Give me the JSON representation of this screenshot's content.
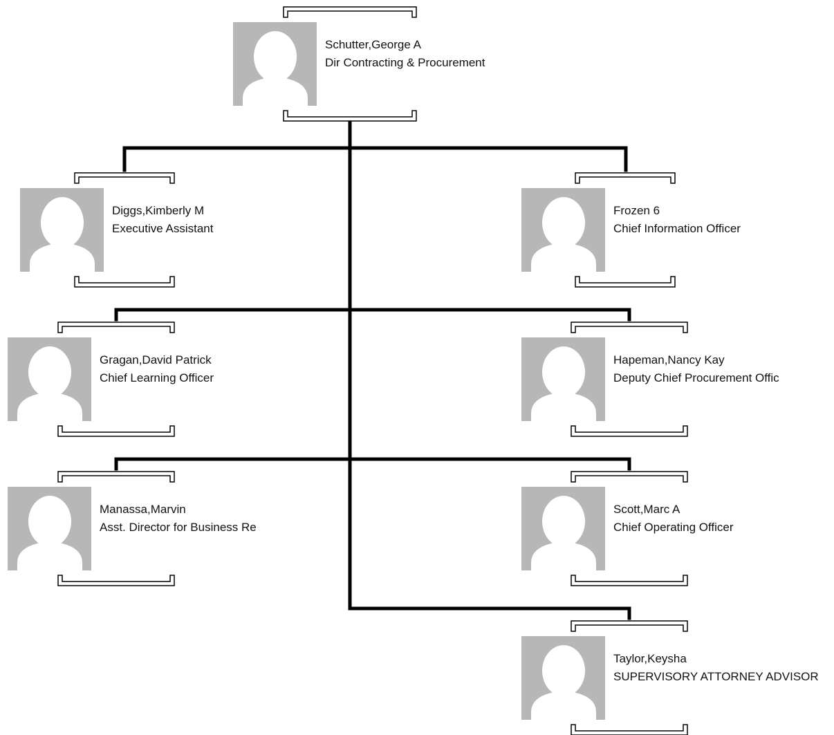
{
  "org_chart": {
    "colors": {
      "connector": "#000000",
      "avatar_bg": "#b7b7b7",
      "avatar_figure": "#ffffff",
      "text": "#111111"
    },
    "root": {
      "name": "Schutter,George A",
      "title": "Dir Contracting & Procurement"
    },
    "reports": [
      {
        "name": "Diggs,Kimberly M",
        "title": "Executive Assistant"
      },
      {
        "name": "Frozen 6",
        "title": "Chief Information Officer"
      },
      {
        "name": "Gragan,David Patrick",
        "title": "Chief Learning Officer"
      },
      {
        "name": "Hapeman,Nancy Kay",
        "title": "Deputy Chief Procurement Offic"
      },
      {
        "name": "Manassa,Marvin",
        "title": "Asst. Director for Business Re"
      },
      {
        "name": "Scott,Marc A",
        "title": "Chief Operating Officer"
      },
      {
        "name": "Taylor,Keysha",
        "title": "SUPERVISORY ATTORNEY ADVISOR"
      }
    ],
    "avatar_icon": "person-silhouette-icon"
  }
}
